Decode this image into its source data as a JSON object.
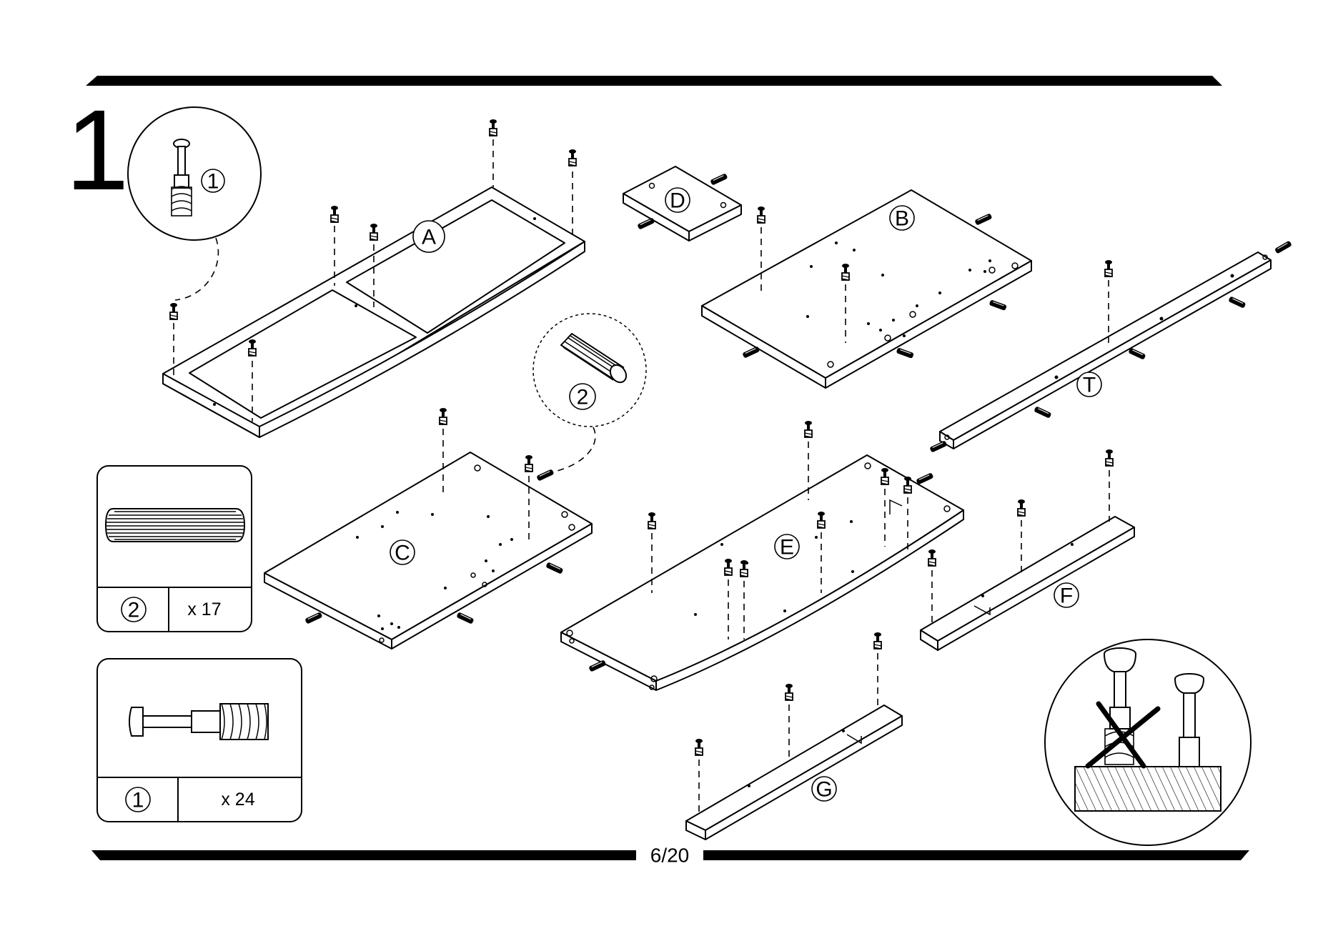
{
  "step_number": "1",
  "page_indicator": "6/20",
  "callouts": [
    {
      "id": "cam-screw-callout",
      "number": "1"
    },
    {
      "id": "dowel-callout",
      "number": "2"
    }
  ],
  "parts": {
    "A": "A",
    "B": "B",
    "C": "C",
    "D": "D",
    "E": "E",
    "F": "F",
    "G": "G",
    "T": "T"
  },
  "hardware": [
    {
      "number": "2",
      "quantity": "x 17",
      "icon": "wooden-dowel-icon"
    },
    {
      "number": "1",
      "quantity": "x 24",
      "icon": "cam-screw-icon"
    }
  ],
  "notes": {
    "correct_icon": "screw-fully-inserted-icon",
    "wrong_icon": "screw-not-fully-inserted-icon"
  },
  "colors": {
    "line": "#000000",
    "background": "#ffffff"
  }
}
